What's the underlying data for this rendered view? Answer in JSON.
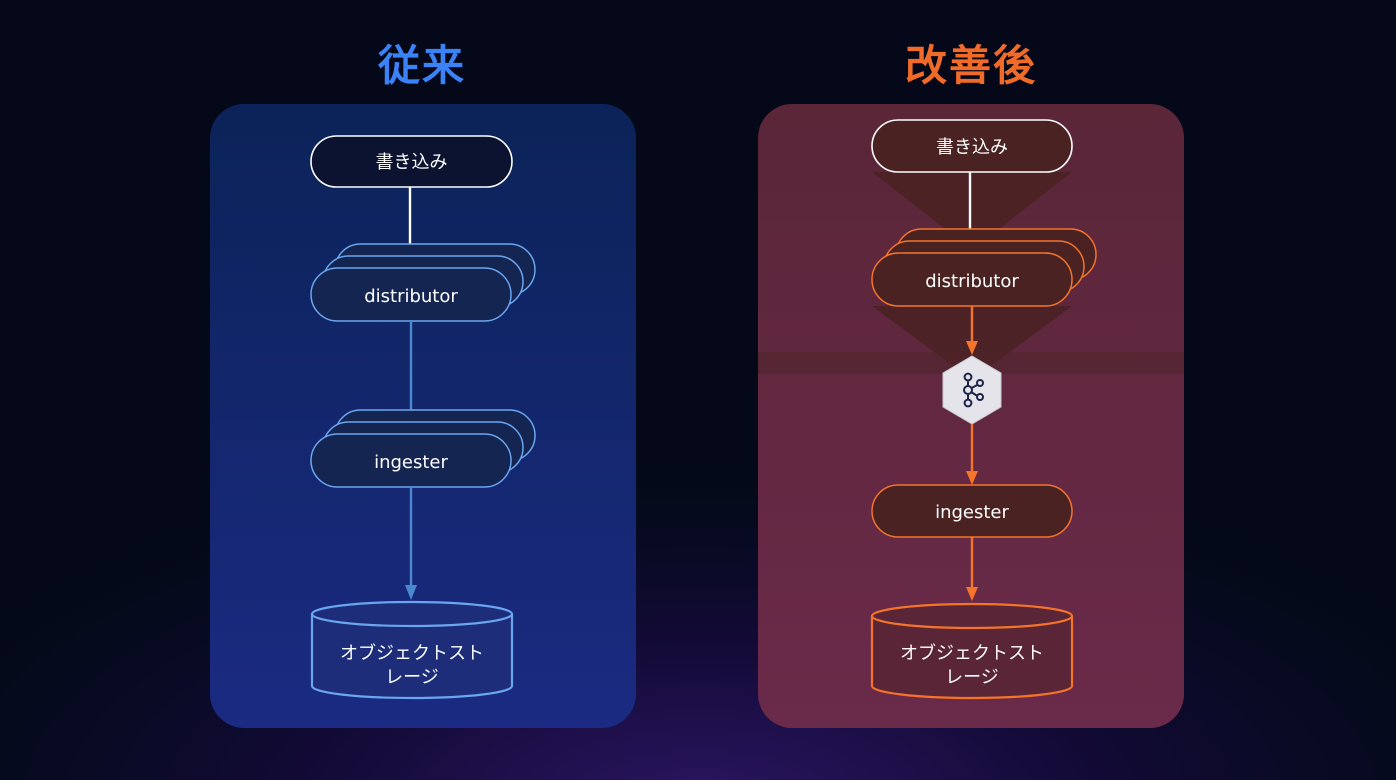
{
  "before": {
    "title": "従来",
    "title_color": "#3b82f6",
    "write_label": "書き込み",
    "distributor_label": "distributor",
    "ingester_label": "ingester",
    "storage_line1": "オブジェクトスト",
    "storage_line2": "レージ",
    "accent": "#6aa6f0"
  },
  "after": {
    "title": "改善後",
    "title_color": "#f06a28",
    "write_label": "書き込み",
    "distributor_label": "distributor",
    "queue_icon": "kafka-icon",
    "ingester_label": "ingester",
    "storage_line1": "オブジェクトスト",
    "storage_line2": "レージ",
    "accent": "#f5742a"
  }
}
